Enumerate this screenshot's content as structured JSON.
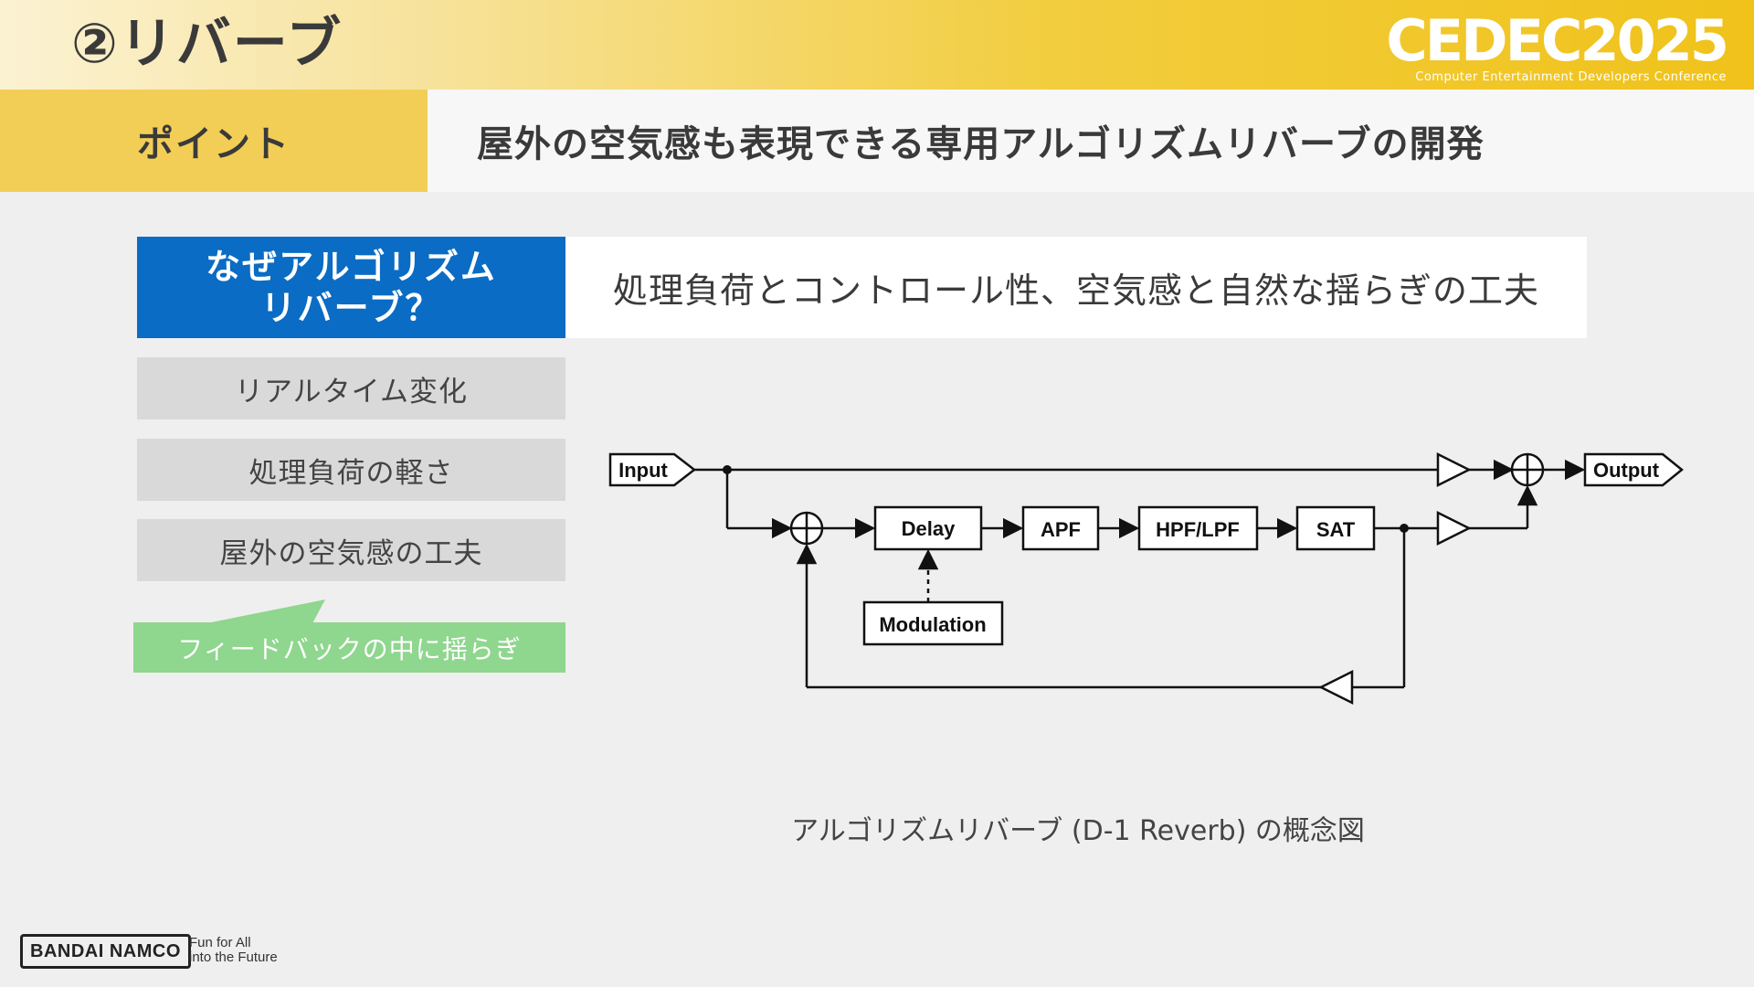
{
  "header": {
    "title": "②リバーブ",
    "logo_text": "CEDEC2025",
    "logo_subtext": "Computer Entertainment Developers Conference"
  },
  "point": {
    "label": "ポイント",
    "text": "屋外の空気感も表現できる専用アルゴリズムリバーブの開発"
  },
  "why": {
    "line1": "なぜアルゴリズム",
    "line2": "リバーブ？",
    "answer": "処理負荷とコントロール性、空気感と自然な揺らぎの工夫"
  },
  "reasons": [
    "リアルタイム変化",
    "処理負荷の軽さ",
    "屋外の空気感の工夫"
  ],
  "highlight": "フィードバックの中に揺らぎ",
  "diagram": {
    "input": "Input",
    "output": "Output",
    "delay": "Delay",
    "apf": "APF",
    "filter": "HPF/LPF",
    "sat": "SAT",
    "modulation": "Modulation"
  },
  "caption": "アルゴリズムリバーブ (D-1 Reverb) の概念図",
  "footer": {
    "brand": "BANDAI NAMCO",
    "tagline_line1": "Fun for All",
    "tagline_line2": "into the Future"
  },
  "colors": {
    "header_gold": "#f0c21a",
    "point_label_bg": "#f3ce56",
    "why_blue": "#0a6cc4",
    "reason_gray": "#d9d9d9",
    "highlight_green": "#8fd68f"
  }
}
